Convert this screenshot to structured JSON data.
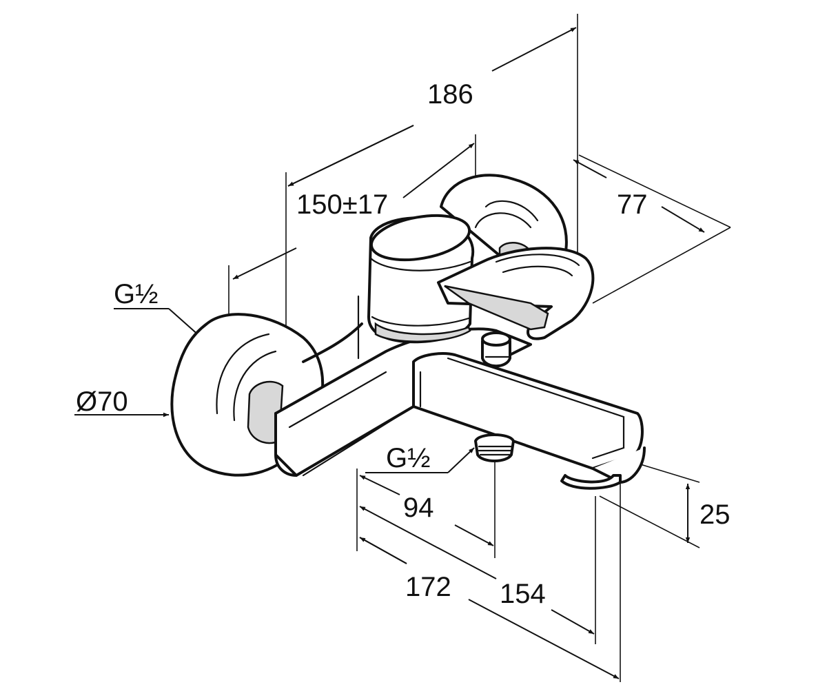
{
  "dimensions": {
    "overall_depth": "186",
    "wall_distance": "150±17",
    "handle_height": "77",
    "inlet_left": "G½",
    "rosette_diameter": "Ø70",
    "outlet_thread": "G½",
    "outlet_offset": "94",
    "spout_height": "25",
    "spout_length_front": "172",
    "spout_length_back": "154"
  }
}
